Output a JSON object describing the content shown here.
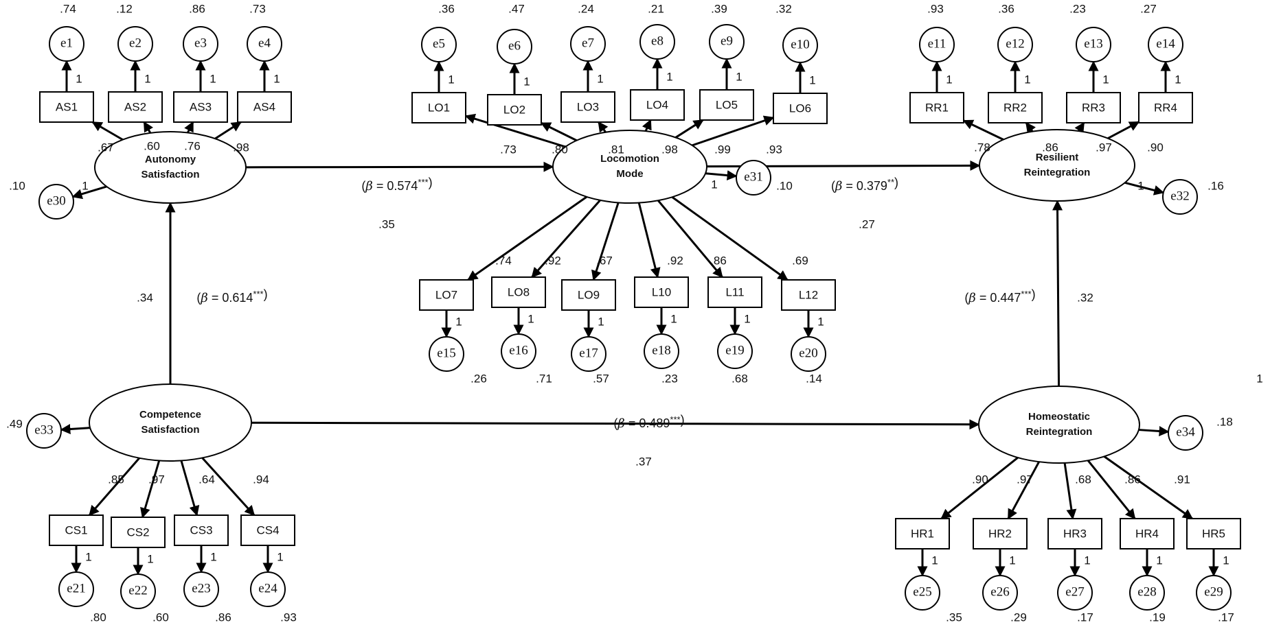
{
  "latents": {
    "autonomy": {
      "line1": "Autonomy",
      "line2": "Satisfaction"
    },
    "locomotion": {
      "line1": "Locomotion",
      "line2": "Mode"
    },
    "resilient": {
      "line1": "Resilient",
      "line2": "Reintegration"
    },
    "competence": {
      "line1": "Competence",
      "line2": "Satisfaction"
    },
    "homeostatic": {
      "line1": "Homeostatic",
      "line2": "Reintegration"
    }
  },
  "indicators": {
    "AS1": {
      "label": "AS1",
      "loading": ".67",
      "error": "e1",
      "error_var": ".74"
    },
    "AS2": {
      "label": "AS2",
      "loading": ".60",
      "error": "e2",
      "error_var": ".12"
    },
    "AS3": {
      "label": "AS3",
      "loading": ".76",
      "error": "e3",
      "error_var": ".86"
    },
    "AS4": {
      "label": "AS4",
      "loading": ".98",
      "error": "e4",
      "error_var": ".73"
    },
    "LO1": {
      "label": "LO1",
      "loading": ".73",
      "error": "e5",
      "error_var": ".36"
    },
    "LO2": {
      "label": "LO2",
      "loading": ".80",
      "error": "e6",
      "error_var": ".47"
    },
    "LO3": {
      "label": "LO3",
      "loading": ".81",
      "error": "e7",
      "error_var": ".24"
    },
    "LO4": {
      "label": "LO4",
      "loading": ".98",
      "error": "e8",
      "error_var": ".21"
    },
    "LO5": {
      "label": "LO5",
      "loading": ".99",
      "error": "e9",
      "error_var": ".39"
    },
    "LO6": {
      "label": "LO6",
      "loading": ".93",
      "error": "e10",
      "error_var": ".32"
    },
    "RR1": {
      "label": "RR1",
      "loading": ".78",
      "error": "e11",
      "error_var": ".93"
    },
    "RR2": {
      "label": "RR2",
      "loading": ".86",
      "error": "e12",
      "error_var": ".36"
    },
    "RR3": {
      "label": "RR3",
      "loading": ".97",
      "error": "e13",
      "error_var": ".23"
    },
    "RR4": {
      "label": "RR4",
      "loading": ".90",
      "error": "e14",
      "error_var": ".27"
    },
    "LO7": {
      "label": "LO7",
      "loading": ".74",
      "error": "e15",
      "error_var": ".26"
    },
    "LO8": {
      "label": "LO8",
      "loading": ".92",
      "error": "e16",
      "error_var": ".71"
    },
    "LO9": {
      "label": "LO9",
      "loading": ".67",
      "error": "e17",
      "error_var": ".57"
    },
    "L10": {
      "label": "L10",
      "loading": ".92",
      "error": "e18",
      "error_var": ".23"
    },
    "L11": {
      "label": "L11",
      "loading": ".86",
      "error": "e19",
      "error_var": ".68"
    },
    "L12": {
      "label": "L12",
      "loading": ".69",
      "error": "e20",
      "error_var": ".14"
    },
    "CS1": {
      "label": "CS1",
      "loading": ".85",
      "error": "e21",
      "error_var": ".80"
    },
    "CS2": {
      "label": "CS2",
      "loading": ".97",
      "error": "e22",
      "error_var": ".60"
    },
    "CS3": {
      "label": "CS3",
      "loading": ".64",
      "error": "e23",
      "error_var": ".86"
    },
    "CS4": {
      "label": "CS4",
      "loading": ".94",
      "error": "e24",
      "error_var": ".93"
    },
    "HR1": {
      "label": "HR1",
      "loading": ".90",
      "error": "e25",
      "error_var": ".35"
    },
    "HR2": {
      "label": "HR2",
      "loading": ".97",
      "error": "e26",
      "error_var": ".29"
    },
    "HR3": {
      "label": "HR3",
      "loading": ".68",
      "error": "e27",
      "error_var": ".17"
    },
    "HR4": {
      "label": "HR4",
      "loading": ".86",
      "error": "e28",
      "error_var": ".19"
    },
    "HR5": {
      "label": "HR5",
      "loading": ".91",
      "error": "e29",
      "error_var": ".17"
    }
  },
  "residuals": {
    "e30": {
      "label": "e30",
      "value": ".10"
    },
    "e31": {
      "label": "e31",
      "value": ".10"
    },
    "e32": {
      "label": "e32",
      "value": ".16"
    },
    "e33": {
      "label": "e33",
      "value": ".49"
    },
    "e34": {
      "label": "e34",
      "value": ".18"
    }
  },
  "paths": {
    "autonomy_to_locomotion": {
      "beta_prefix": "(",
      "beta_symbol": "β",
      "beta_text": " = 0.574",
      "stars": "***",
      "beta_suffix": ")",
      "r2": ".35"
    },
    "locomotion_to_resilient": {
      "beta_prefix": "(",
      "beta_symbol": "β",
      "beta_text": " = 0.379",
      "stars": "**",
      "beta_suffix": ")",
      "r2": ".27"
    },
    "competence_to_autonomy": {
      "beta_prefix": "(",
      "beta_symbol": "β",
      "beta_text": " = 0.614",
      "stars": "***",
      "beta_suffix": ")",
      "r2": ".34"
    },
    "competence_to_homeostatic": {
      "beta_prefix": "(",
      "beta_symbol": "β",
      "beta_text": " = 0.489",
      "stars": "***",
      "beta_suffix": ")",
      "r2": ".37"
    },
    "homeostatic_to_resilient": {
      "beta_prefix": "(",
      "beta_symbol": "β",
      "beta_text": " = 0.447",
      "stars": "***",
      "beta_suffix": ")",
      "r2": ".32"
    }
  },
  "fixed_loading": "1",
  "stray_label": "1"
}
